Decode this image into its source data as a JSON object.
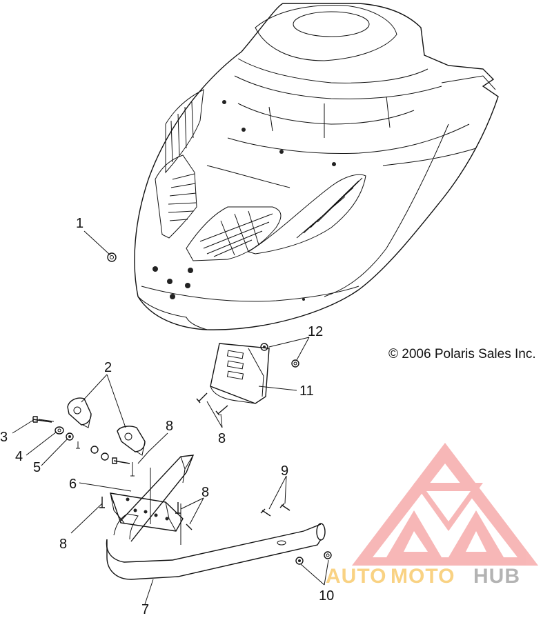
{
  "copyright": "© 2006 Polaris Sales Inc.",
  "callouts": [
    "1",
    "2",
    "3",
    "4",
    "5",
    "6",
    "7",
    "8",
    "8",
    "8",
    "8",
    "9",
    "10",
    "11",
    "12"
  ],
  "watermark": {
    "part1": "AUTO",
    "part2": "MOTO",
    "part3": "HUB",
    "color_red": "#f04a4a",
    "color_orange": "#f0a020",
    "color_gray": "#8c8c8c"
  },
  "icons": {
    "watermark_logo": "triangle-mountain-logo-icon"
  }
}
